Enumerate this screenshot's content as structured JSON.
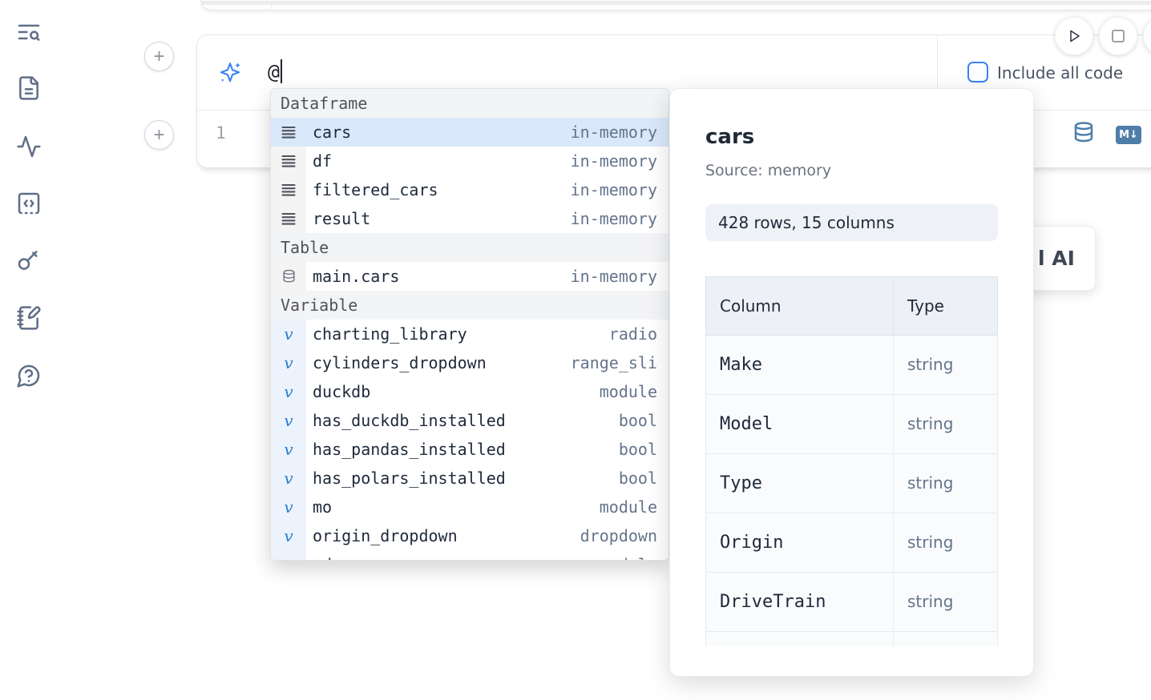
{
  "sidebar": {
    "icons": [
      {
        "name": "text-search-icon"
      },
      {
        "name": "file-document-icon"
      },
      {
        "name": "activity-icon"
      },
      {
        "name": "scratchpad-code-icon"
      },
      {
        "name": "key-icon"
      },
      {
        "name": "notebook-pen-icon"
      },
      {
        "name": "help-chat-icon"
      }
    ]
  },
  "toolbar": {
    "run_button": "run",
    "stop_button": "stop",
    "include_all_code_label": "Include all code",
    "include_all_code_checked": false
  },
  "ai_cell": {
    "add_cell_button_label": "+",
    "prompt_value": "@"
  },
  "code_cell": {
    "add_cell_button_label": "+",
    "line_number": "1",
    "markdown_badge_label": "M↓"
  },
  "autocomplete": {
    "variable_icon_glyph": "v",
    "sections": [
      {
        "label": "Dataframe",
        "icon": "dataframe-rows-icon",
        "items": [
          {
            "name": "cars",
            "meta": "in-memory",
            "selected": true
          },
          {
            "name": "df",
            "meta": "in-memory",
            "selected": false
          },
          {
            "name": "filtered_cars",
            "meta": "in-memory",
            "selected": false
          },
          {
            "name": "result",
            "meta": "in-memory",
            "selected": false
          }
        ]
      },
      {
        "label": "Table",
        "icon": "database-icon",
        "items": [
          {
            "name": "main.cars",
            "meta": "in-memory",
            "selected": false
          }
        ]
      },
      {
        "label": "Variable",
        "icon": "variable-icon",
        "items": [
          {
            "name": "charting_library",
            "meta": "radio",
            "selected": false
          },
          {
            "name": "cylinders_dropdown",
            "meta": "range_sli",
            "selected": false
          },
          {
            "name": "duckdb",
            "meta": "module",
            "selected": false
          },
          {
            "name": "has_duckdb_installed",
            "meta": "bool",
            "selected": false
          },
          {
            "name": "has_pandas_installed",
            "meta": "bool",
            "selected": false
          },
          {
            "name": "has_polars_installed",
            "meta": "bool",
            "selected": false
          },
          {
            "name": "mo",
            "meta": "module",
            "selected": false
          },
          {
            "name": "origin_dropdown",
            "meta": "dropdown",
            "selected": false
          },
          {
            "name": "pd",
            "meta": "module",
            "selected": false
          }
        ]
      }
    ]
  },
  "preview": {
    "title": "cars",
    "source": "Source: memory",
    "shape_badge": "428 rows, 15 columns",
    "table": {
      "headers": [
        "Column",
        "Type"
      ],
      "rows": [
        [
          "Make",
          "string"
        ],
        [
          "Model",
          "string"
        ],
        [
          "Type",
          "string"
        ],
        [
          "Origin",
          "string"
        ],
        [
          "DriveTrain",
          "string"
        ],
        [
          "",
          ""
        ]
      ]
    }
  },
  "ai_card": {
    "visible_label": "l AI"
  },
  "colors": {
    "accent_blue": "#3b82f6",
    "steel_blue": "#4e7ea8",
    "selected_row": "#d9e9fb",
    "badge_bg": "#eef2f7",
    "sidebar_icon": "#5f6f88"
  }
}
